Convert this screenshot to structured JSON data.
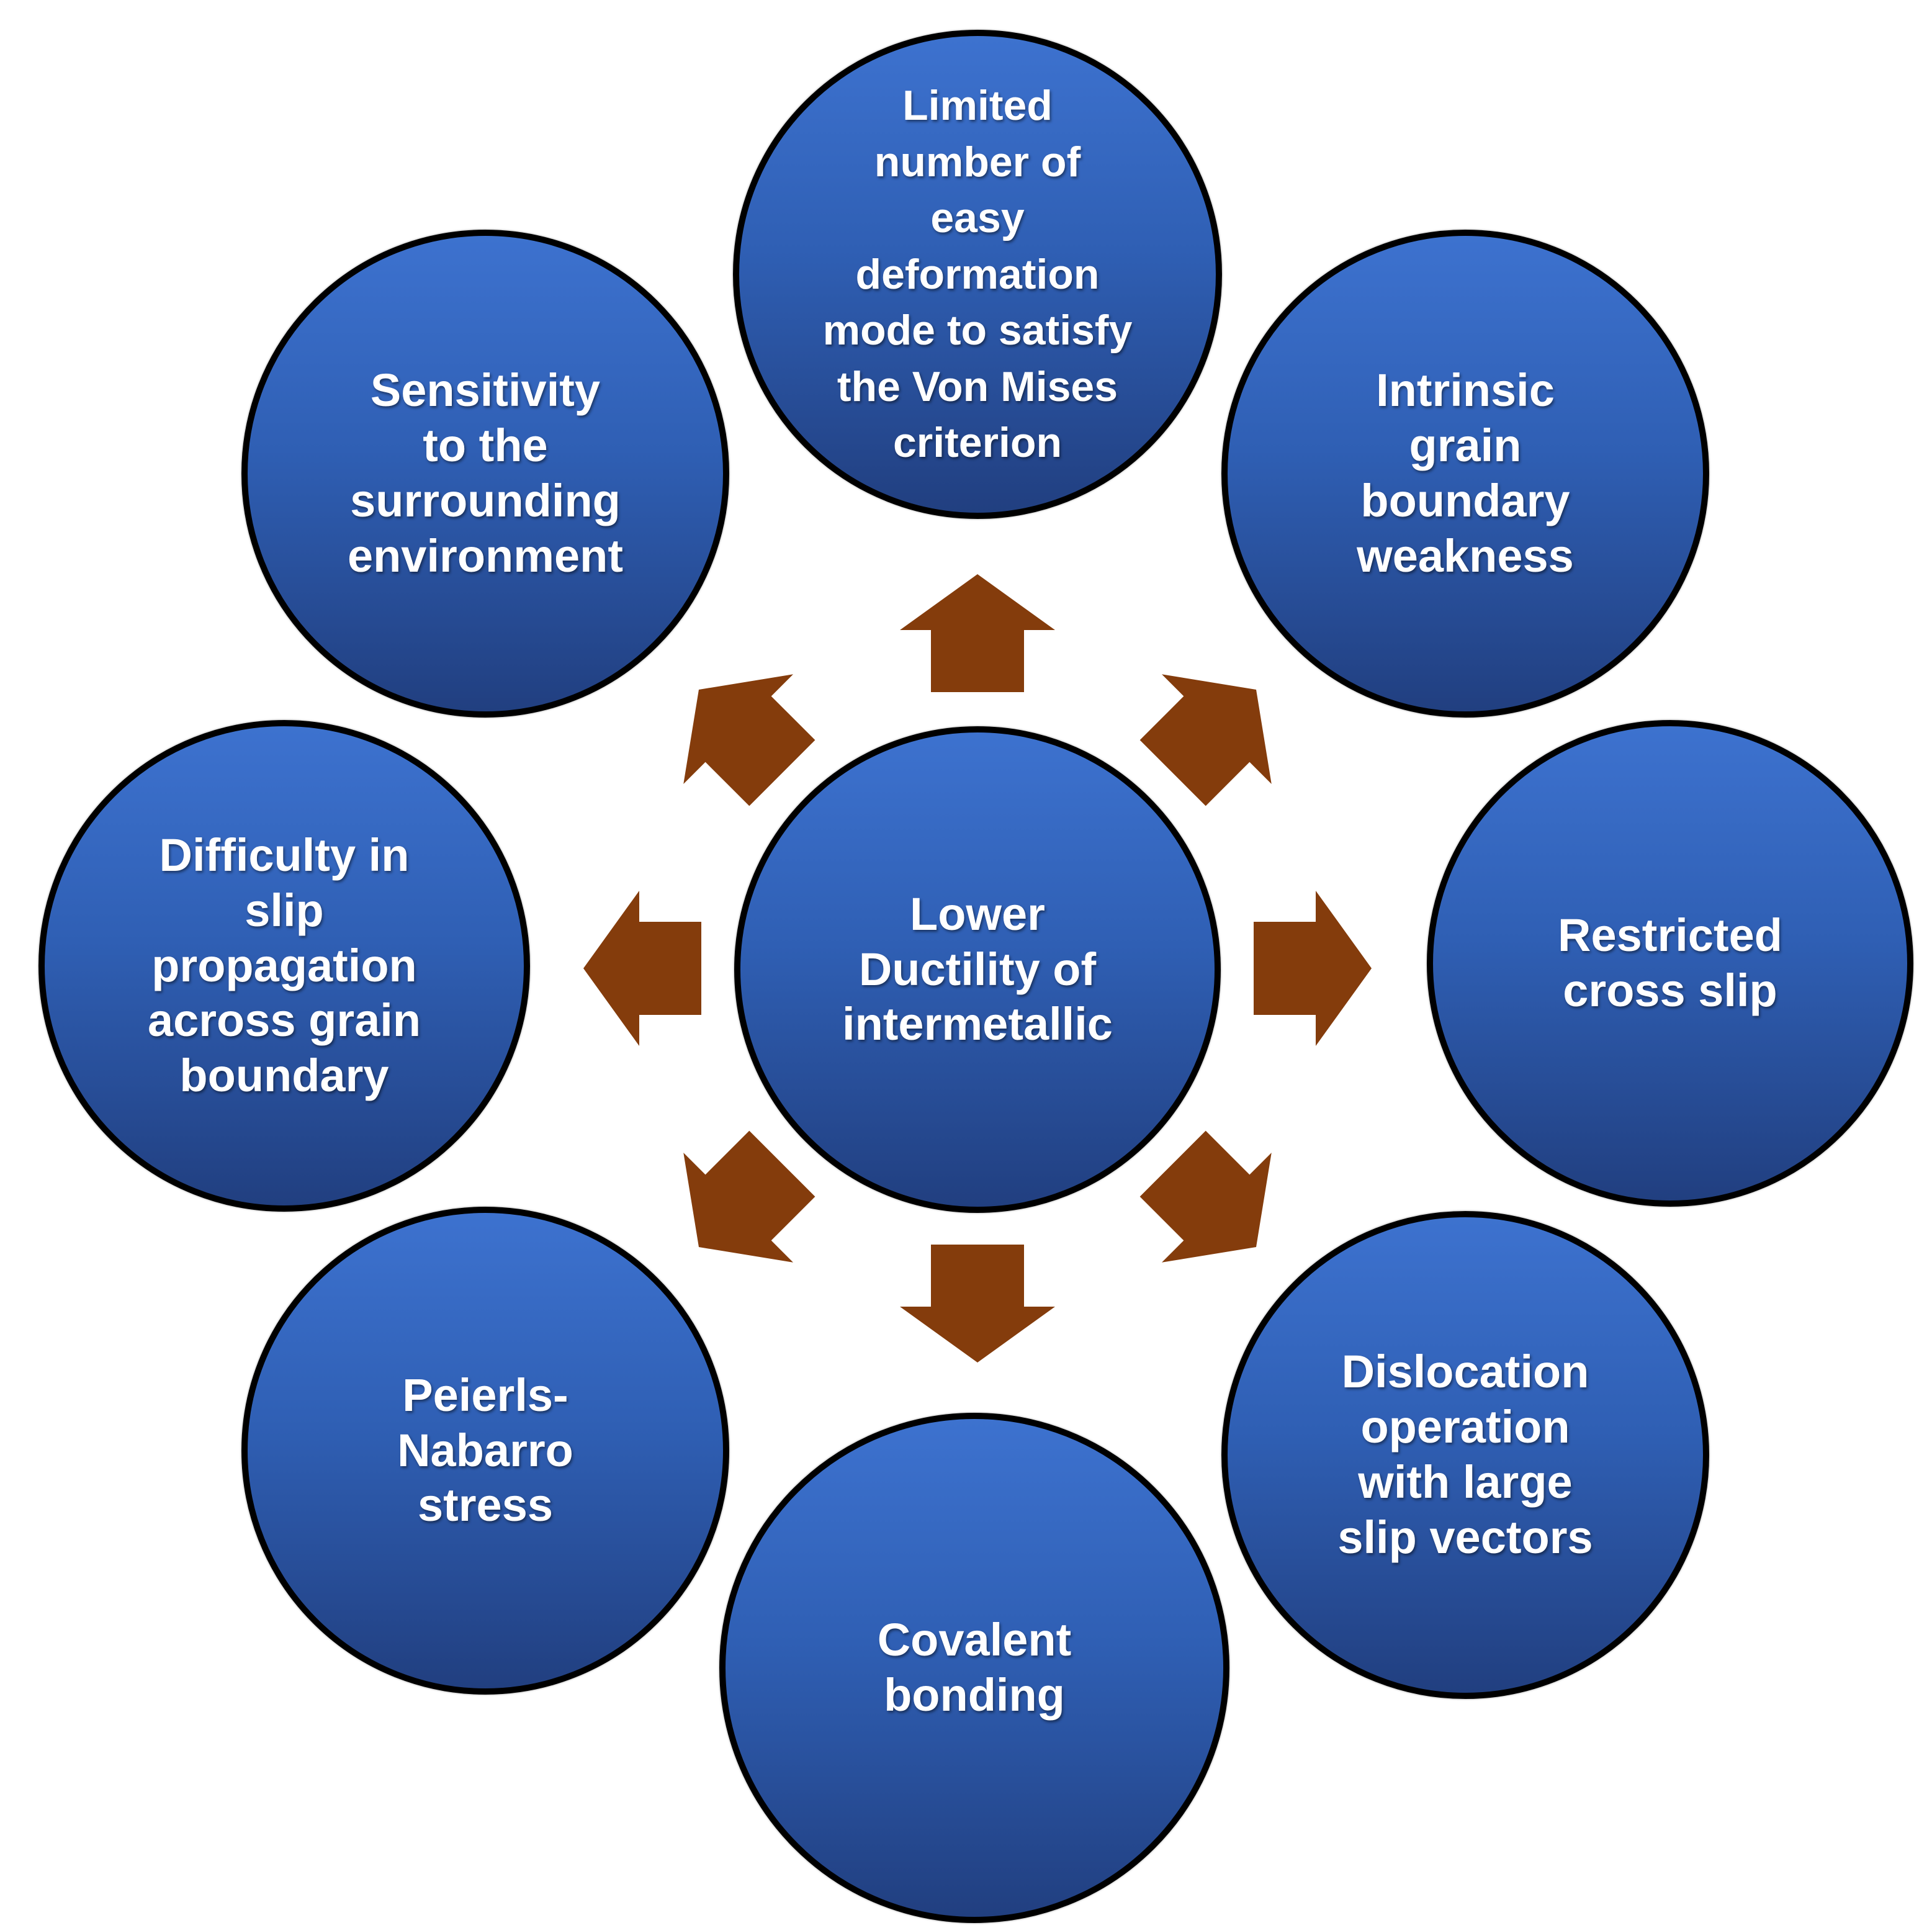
{
  "diagram": {
    "center": {
      "label": "Lower\nDuctility of\nintermetallic"
    },
    "outer": [
      {
        "id": "top",
        "label": "Limited\nnumber of\neasy\ndeformation\nmode to satisfy\nthe Von Mises\ncriterion"
      },
      {
        "id": "top-right",
        "label": "Intrinsic\ngrain\nboundary\nweakness"
      },
      {
        "id": "right",
        "label": "Restricted\ncross slip"
      },
      {
        "id": "bottom-right",
        "label": "Dislocation\noperation\nwith large\nslip vectors"
      },
      {
        "id": "bottom",
        "label": "Covalent\nbonding"
      },
      {
        "id": "bottom-left",
        "label": "Peierls-\nNabarro\nstress"
      },
      {
        "id": "left",
        "label": "Difficulty in\nslip\npropagation\nacross grain\nboundary"
      },
      {
        "id": "top-left",
        "label": "Sensitivity\nto the\nsurrounding\nenvironment"
      }
    ],
    "colors": {
      "node_fill_top": "#3d72cf",
      "node_fill_bottom": "#213f80",
      "node_border": "#000000",
      "arrow_fill": "#843c0c",
      "text": "#ffffff"
    }
  }
}
